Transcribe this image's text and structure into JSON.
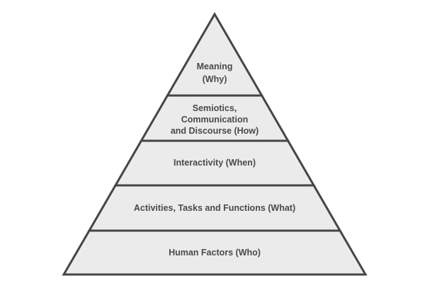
{
  "pyramid": {
    "layers": [
      {
        "lines": [
          "Meaning",
          "(Why)"
        ]
      },
      {
        "lines": [
          "Semiotics,",
          "Communication",
          "and Discourse (How)"
        ]
      },
      {
        "lines": [
          "Interactivity (When)"
        ]
      },
      {
        "lines": [
          "Activities, Tasks and Functions (What)"
        ]
      },
      {
        "lines": [
          "Human Factors (Who)"
        ]
      }
    ]
  }
}
